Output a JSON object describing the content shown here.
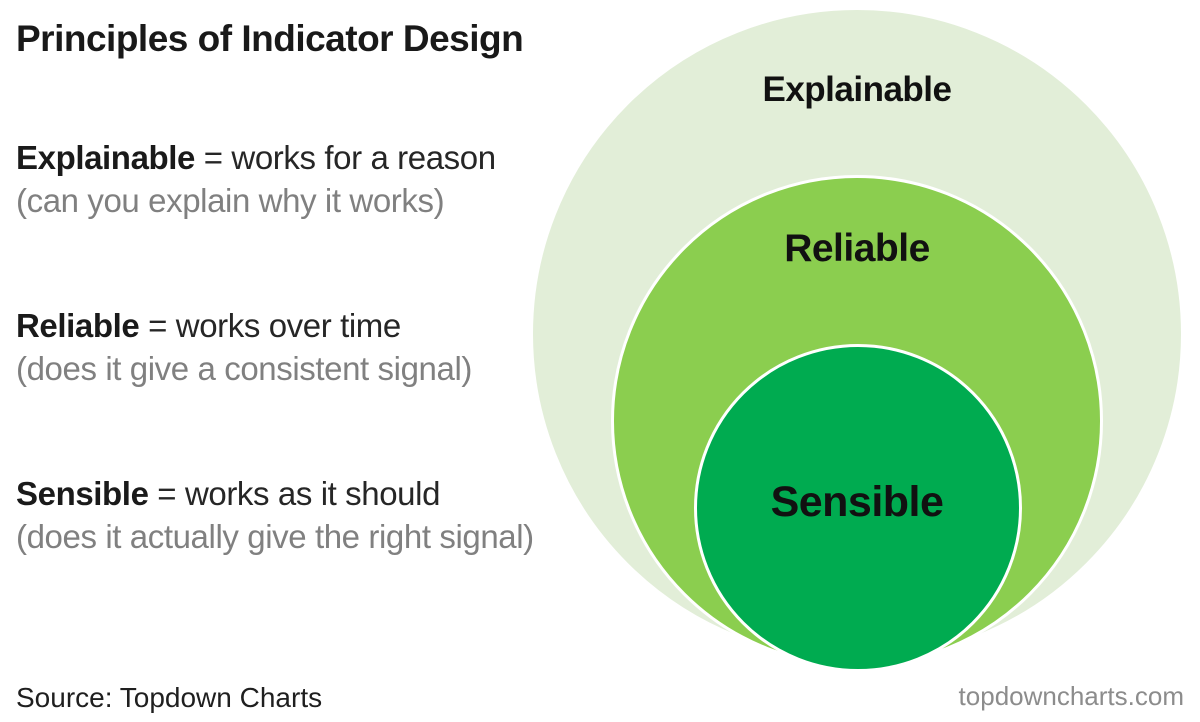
{
  "title": "Principles of Indicator Design",
  "definitions": [
    {
      "term": "Explainable",
      "rest": " = works for a reason",
      "note": "(can you explain why it works)"
    },
    {
      "term": "Reliable",
      "rest": " = works over time",
      "note": "(does it give a consistent signal)"
    },
    {
      "term": "Sensible",
      "rest": " = works as it should",
      "note": "(does it actually give the right signal)"
    }
  ],
  "diagram": {
    "type": "nested-circles",
    "rings": [
      {
        "label": "Explainable",
        "color": "#e2eed8"
      },
      {
        "label": "Reliable",
        "color": "#8bce4f"
      },
      {
        "label": "Sensible",
        "color": "#00ab50"
      }
    ],
    "rim_color": "#ffffff"
  },
  "footer": {
    "source": "Source: Topdown Charts",
    "website": "topdowncharts.com"
  }
}
